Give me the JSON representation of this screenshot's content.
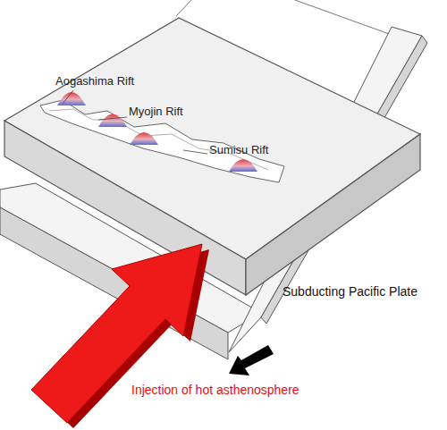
{
  "diagram": {
    "labels": [
      "Aogashima Rift",
      "Myojin Rift",
      "Sumisu Rift",
      "Subducting Pacific Plate",
      "Injection of hot asthenosphere"
    ]
  }
}
